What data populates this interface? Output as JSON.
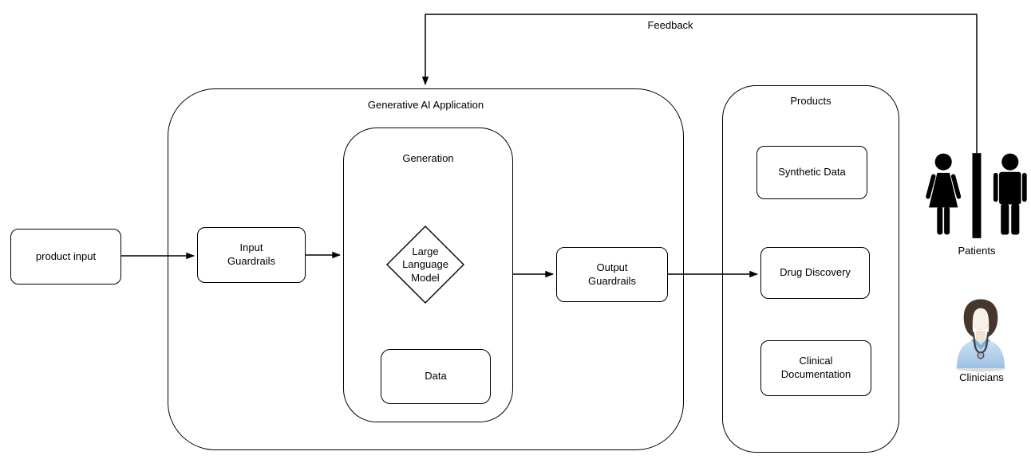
{
  "colors": {
    "background": "#ffffff",
    "line": "#000000",
    "box_fill": "#ffffff",
    "patients_icon": "#000000",
    "clinician_hair": "#46362c",
    "clinician_skin": "#f8f1e9",
    "clinician_scrub_light": "#cde2f5",
    "clinician_scrub_dark": "#9cc0e2",
    "clinician_stethoscope": "#42474d"
  },
  "containers": {
    "generative_ai_application": {
      "label": "Generative AI Application"
    },
    "generation": {
      "label": "Generation"
    },
    "products": {
      "label": "Products"
    }
  },
  "nodes": {
    "product_input": {
      "label": "product input",
      "shape": "rounded-rect"
    },
    "input_guardrails": {
      "label": "Input Guardrails",
      "shape": "rounded-rect"
    },
    "large_language_model": {
      "label": "Large Language Model",
      "shape": "diamond"
    },
    "data": {
      "label": "Data",
      "shape": "rounded-rect"
    },
    "output_guardrails": {
      "label": "Output Guardrails",
      "shape": "rounded-rect"
    },
    "synthetic_data": {
      "label": "Synthetic Data",
      "shape": "rounded-rect"
    },
    "drug_discovery": {
      "label": "Drug Discovery",
      "shape": "rounded-rect"
    },
    "clinical_documentation": {
      "label": "Clinical Documentation",
      "shape": "rounded-rect"
    }
  },
  "actors": {
    "patients": {
      "label": "Patients",
      "icon": "male-female-figures-icon"
    },
    "clinicians": {
      "label": "Clinicians",
      "icon": "clinician-avatar-icon"
    }
  },
  "edges": {
    "product_input_to_input_guardrails": {
      "from": "product_input",
      "to": "input_guardrails"
    },
    "input_guardrails_to_generation": {
      "from": "input_guardrails",
      "to": "generation"
    },
    "generation_to_output_guardrails": {
      "from": "generation",
      "to": "output_guardrails"
    },
    "output_guardrails_to_drug_discovery": {
      "from": "output_guardrails",
      "to": "drug_discovery"
    },
    "feedback": {
      "from": "patients",
      "to": "generative_ai_application",
      "label": "Feedback"
    }
  }
}
